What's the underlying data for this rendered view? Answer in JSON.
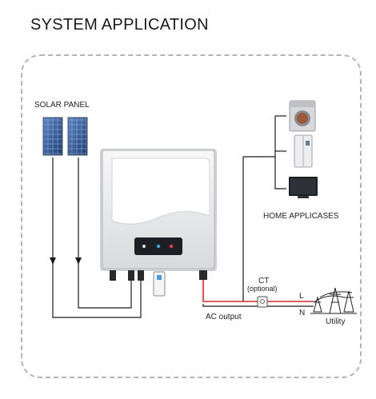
{
  "title": "SYSTEM APPLICATION",
  "labels": {
    "solar_panel": "SOLAR PANEL",
    "home_appliances": "HOME APPLICASES",
    "ct": "CT",
    "ct_optional": "(optional)",
    "line_l": "L",
    "line_n": "N",
    "ac_output": "AC output",
    "utility": "Utility"
  },
  "colors": {
    "wire": "#1a1a1a",
    "live_wire": "#d42a2a",
    "panel": "#2d4f8a",
    "inverter": "#e9eaec"
  },
  "icons": [
    "solar-panel-icon",
    "inverter-icon",
    "washing-machine-icon",
    "refrigerator-icon",
    "television-icon",
    "utility-tower-icon",
    "ct-sensor-icon"
  ]
}
